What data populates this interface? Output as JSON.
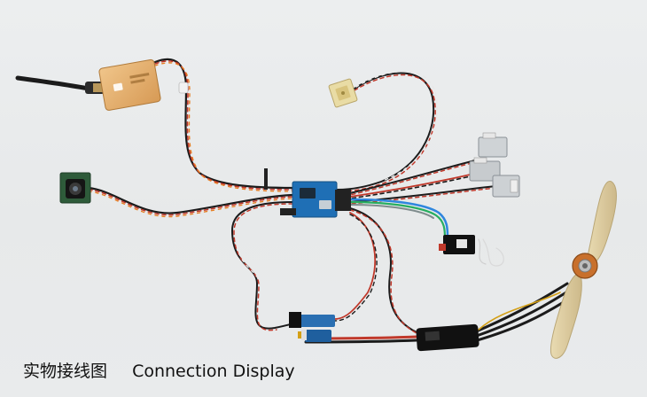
{
  "caption": {
    "chinese": "实物接线图",
    "english": "Connection Display"
  },
  "image": {
    "subject": "flight controller wiring photo",
    "components": [
      "video-transmitter",
      "antenna",
      "gps-module",
      "camera",
      "flight-controller",
      "servos",
      "current-sensor",
      "power-module",
      "esc",
      "brushless-motor",
      "propeller"
    ],
    "background_color": "#e9ebec",
    "wire_colors": [
      "#c0392b",
      "#1b1b1b",
      "#e8e8e8",
      "#e67e22"
    ]
  }
}
